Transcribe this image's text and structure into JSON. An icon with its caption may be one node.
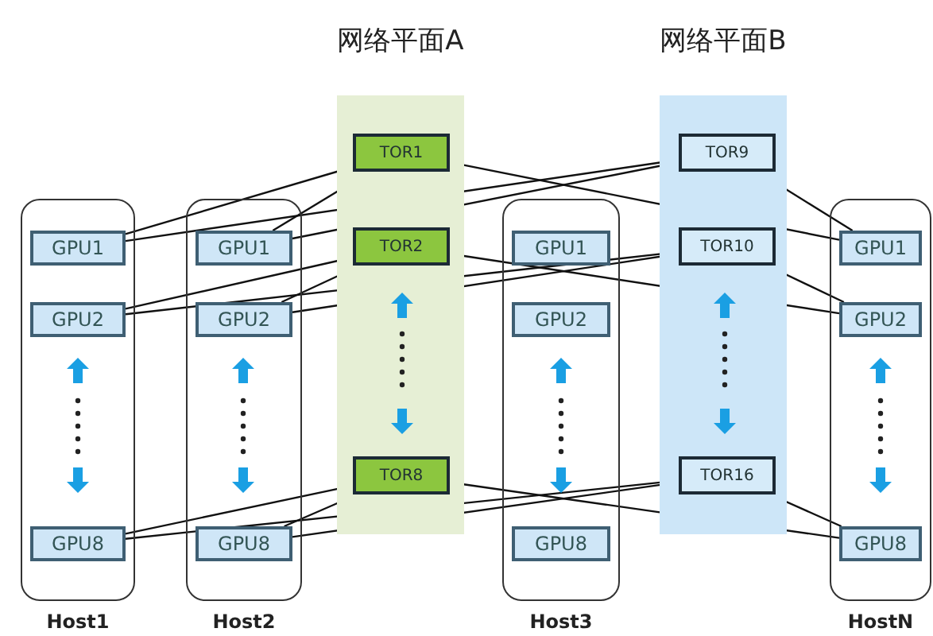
{
  "diagram": {
    "nodes": [
      {
        "text": [
          "网络平面A"
        ]
      },
      {
        "text": [
          "TOR1"
        ],
        "in": 0
      },
      {
        "text": [
          "TOR2"
        ],
        "in": 0
      },
      {
        "text": [
          "TOR8"
        ],
        "in": 0
      },
      {
        "text": [
          "网络平面B"
        ]
      },
      {
        "text": [
          "TOR9"
        ],
        "in": 4
      },
      {
        "text": [
          "TOR10"
        ],
        "in": 4
      },
      {
        "text": [
          "TOR16"
        ],
        "in": 4
      },
      {
        "text": [
          "Host1"
        ]
      },
      {
        "text": [
          "GPU1"
        ],
        "in": 8
      },
      {
        "text": [
          "GPU2"
        ],
        "in": 8
      },
      {
        "text": [
          "GPU8"
        ],
        "in": 8
      },
      {
        "text": [
          "Host2"
        ]
      },
      {
        "text": [
          "GPU1"
        ],
        "in": 12
      },
      {
        "text": [
          "GPU2"
        ],
        "in": 12
      },
      {
        "text": [
          "GPU8"
        ],
        "in": 12
      },
      {
        "text": [
          "Host3"
        ]
      },
      {
        "text": [
          "GPU1"
        ],
        "in": 16
      },
      {
        "text": [
          "GPU2"
        ],
        "in": 16
      },
      {
        "text": [
          "GPU8"
        ],
        "in": 16
      },
      {
        "text": [
          "HostN"
        ]
      },
      {
        "text": [
          "GPU1"
        ],
        "in": 20
      },
      {
        "text": [
          "GPU2"
        ],
        "in": 20
      },
      {
        "text": [
          "GPU8"
        ],
        "in": 20
      }
    ],
    "edges": [
      {
        "from": 9,
        "to": 1,
        "arrow": "none"
      },
      {
        "from": 13,
        "to": 1,
        "arrow": "none"
      },
      {
        "from": 21,
        "to": 1,
        "arrow": "none"
      },
      {
        "from": 10,
        "to": 2,
        "arrow": "none"
      },
      {
        "from": 14,
        "to": 2,
        "arrow": "none"
      },
      {
        "from": 22,
        "to": 2,
        "arrow": "none"
      },
      {
        "from": 11,
        "to": 3,
        "arrow": "none"
      },
      {
        "from": 15,
        "to": 3,
        "arrow": "none"
      },
      {
        "from": 23,
        "to": 3,
        "arrow": "none"
      },
      {
        "from": 9,
        "to": 5,
        "arrow": "none"
      },
      {
        "from": 13,
        "to": 5,
        "arrow": "none"
      },
      {
        "from": 21,
        "to": 5,
        "arrow": "none"
      },
      {
        "from": 10,
        "to": 6,
        "arrow": "none"
      },
      {
        "from": 14,
        "to": 6,
        "arrow": "none"
      },
      {
        "from": 22,
        "to": 6,
        "arrow": "none"
      },
      {
        "from": 11,
        "to": 7,
        "arrow": "none"
      },
      {
        "from": 15,
        "to": 7,
        "arrow": "none"
      },
      {
        "from": 23,
        "to": 7,
        "arrow": "none"
      }
    ]
  }
}
